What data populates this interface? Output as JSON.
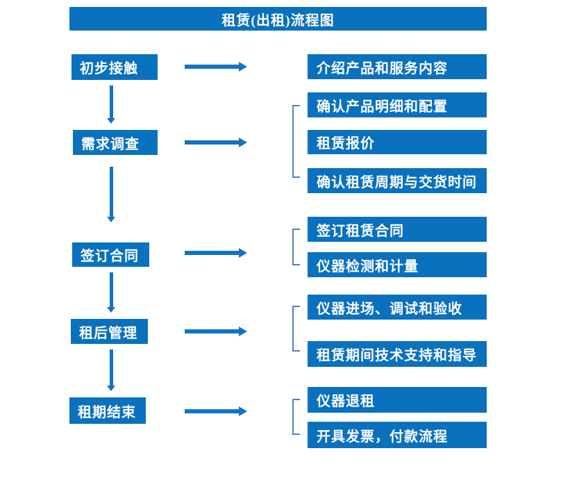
{
  "title": "租赁(出租)流程图",
  "colors": {
    "box_blue": "#0971BD",
    "arrow_blue": "#1273C4",
    "bracket_blue": "#4F81BD",
    "text_white": "#FFFFFF",
    "background": "#FFFFFF"
  },
  "stages": [
    {
      "label": "初步接触",
      "details": [
        "介绍产品和服务内容"
      ]
    },
    {
      "label": "需求调查",
      "details": [
        "确认产品明细和配置",
        "租赁报价",
        "确认租赁周期与交货时间"
      ]
    },
    {
      "label": "签订合同",
      "details": [
        "签订租赁合同",
        "仪器检测和计量"
      ]
    },
    {
      "label": "租后管理",
      "details": [
        "仪器进场、调试和验收",
        "租赁期间技术支持和指导"
      ]
    },
    {
      "label": "租期结束",
      "details": [
        "仪器退租",
        "开具发票，付款流程"
      ]
    }
  ]
}
